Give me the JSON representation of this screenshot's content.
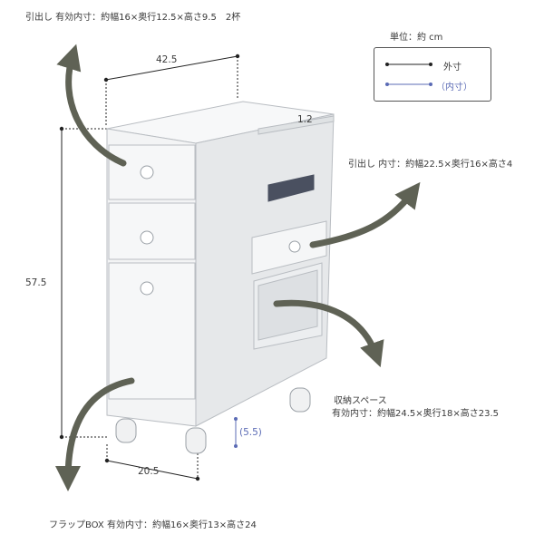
{
  "labels": {
    "top_drawer": "引出し 有効内寸：約幅16×奥行12.5×高さ9.5　2杯",
    "side_drawer_line1": "引出し 内寸：約幅22.5×奥行16×高さ4",
    "storage_line1": "収納スペース",
    "storage_line2": "有効内寸：約幅24.5×奥行18×高さ23.5",
    "flap_box": "フラップBOX 有効内寸：約幅16×奥行13×高さ24"
  },
  "dimensions": {
    "depth": "42.5",
    "height": "57.5",
    "width": "20.5",
    "top_lip": "1.2",
    "clearance": "(5.5)"
  },
  "legend": {
    "title": "単位：約 cm",
    "outer": "外寸",
    "inner": "（内寸）"
  },
  "colors": {
    "arrow": "#5f6255",
    "outer_line": "#222222",
    "inner_line": "#5b6bb5",
    "cabinet_front": "#f3f4f5",
    "cabinet_side": "#e4e6e8"
  }
}
